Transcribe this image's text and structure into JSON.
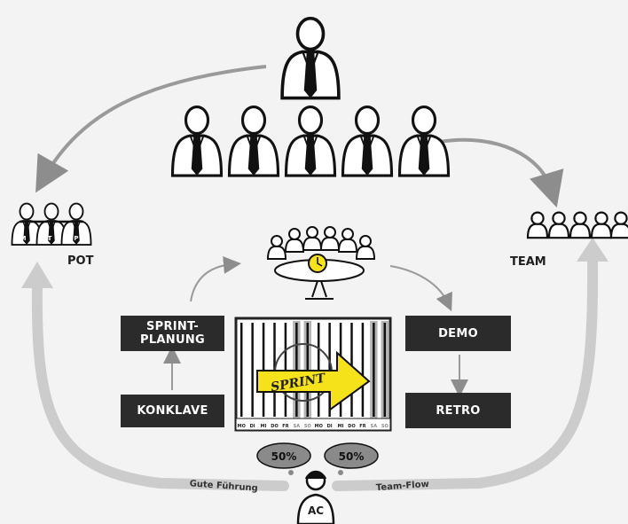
{
  "labels": {
    "pot": "POT",
    "team": "TEAM",
    "ac": "AC",
    "gute_fuehrung": "Gute Führung",
    "team_flow": "Team-Flow"
  },
  "boxes": {
    "sprint_planung": "SPRINT-\nPLANUNG",
    "konklave": "KONKLAVE",
    "demo": "DEMO",
    "retro": "RETRO"
  },
  "pot_badges": [
    "M",
    "T",
    "P"
  ],
  "sprint_board": {
    "banner": "SPRINT",
    "days": [
      "MO",
      "DI",
      "MI",
      "DO",
      "FR",
      "SA",
      "SO",
      "MO",
      "DI",
      "MI",
      "DO",
      "FR",
      "SA",
      "SO"
    ]
  },
  "thoughts": [
    "50%",
    "50%"
  ],
  "colors": {
    "box_bg": "#2b2b2b",
    "arrow_grey": "#9a9a9a",
    "flow_grey": "#c8c8c8",
    "sprint_yellow": "#f5e21a"
  }
}
